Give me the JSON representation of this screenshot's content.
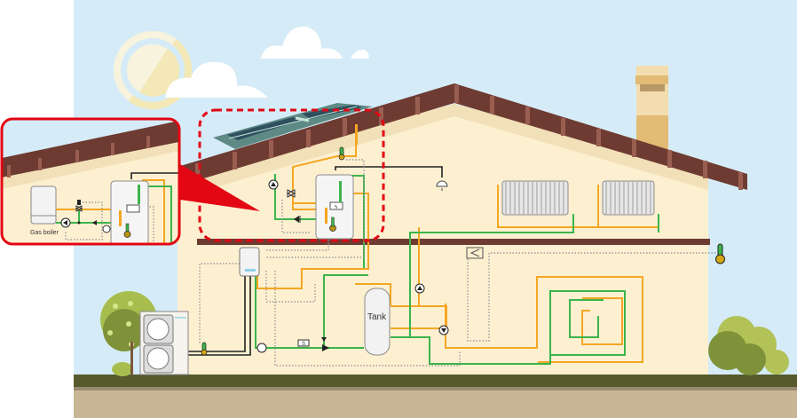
{
  "diagram": {
    "title": "Hybrid heat pump heating system with solar, gas boiler and buffer tank",
    "labels": {
      "gas_boiler": "Gas boiler",
      "tank": "Tank",
      "outdoor_unit_brand": "Hisense",
      "meter_symbol": "S"
    },
    "components": [
      {
        "id": "gas-boiler",
        "label": "Gas boiler"
      },
      {
        "id": "outdoor-unit",
        "label": "Heat pump outdoor unit"
      },
      {
        "id": "hydro-module",
        "label": "Indoor hydro module"
      },
      {
        "id": "dhw-tank",
        "label": "Domestic hot water tank"
      },
      {
        "id": "buffer-tank",
        "label": "Tank"
      },
      {
        "id": "solar-collector",
        "label": "Solar thermal collector"
      },
      {
        "id": "radiator-1",
        "label": "Radiator"
      },
      {
        "id": "radiator-2",
        "label": "Radiator"
      },
      {
        "id": "underfloor-heating",
        "label": "Underfloor heating loop"
      },
      {
        "id": "room-thermostat",
        "label": "Room thermostat"
      },
      {
        "id": "outdoor-sensor",
        "label": "Outdoor temperature sensor"
      },
      {
        "id": "ceiling-lamp",
        "label": "Ceiling lamp"
      }
    ],
    "legend_colors": {
      "hot_water_pipe": "#f5a623",
      "return_pipe": "#3cb44b",
      "electric_wire": "#222222",
      "signal_wire": "#9a9a9a",
      "highlight": "#e30613"
    }
  }
}
